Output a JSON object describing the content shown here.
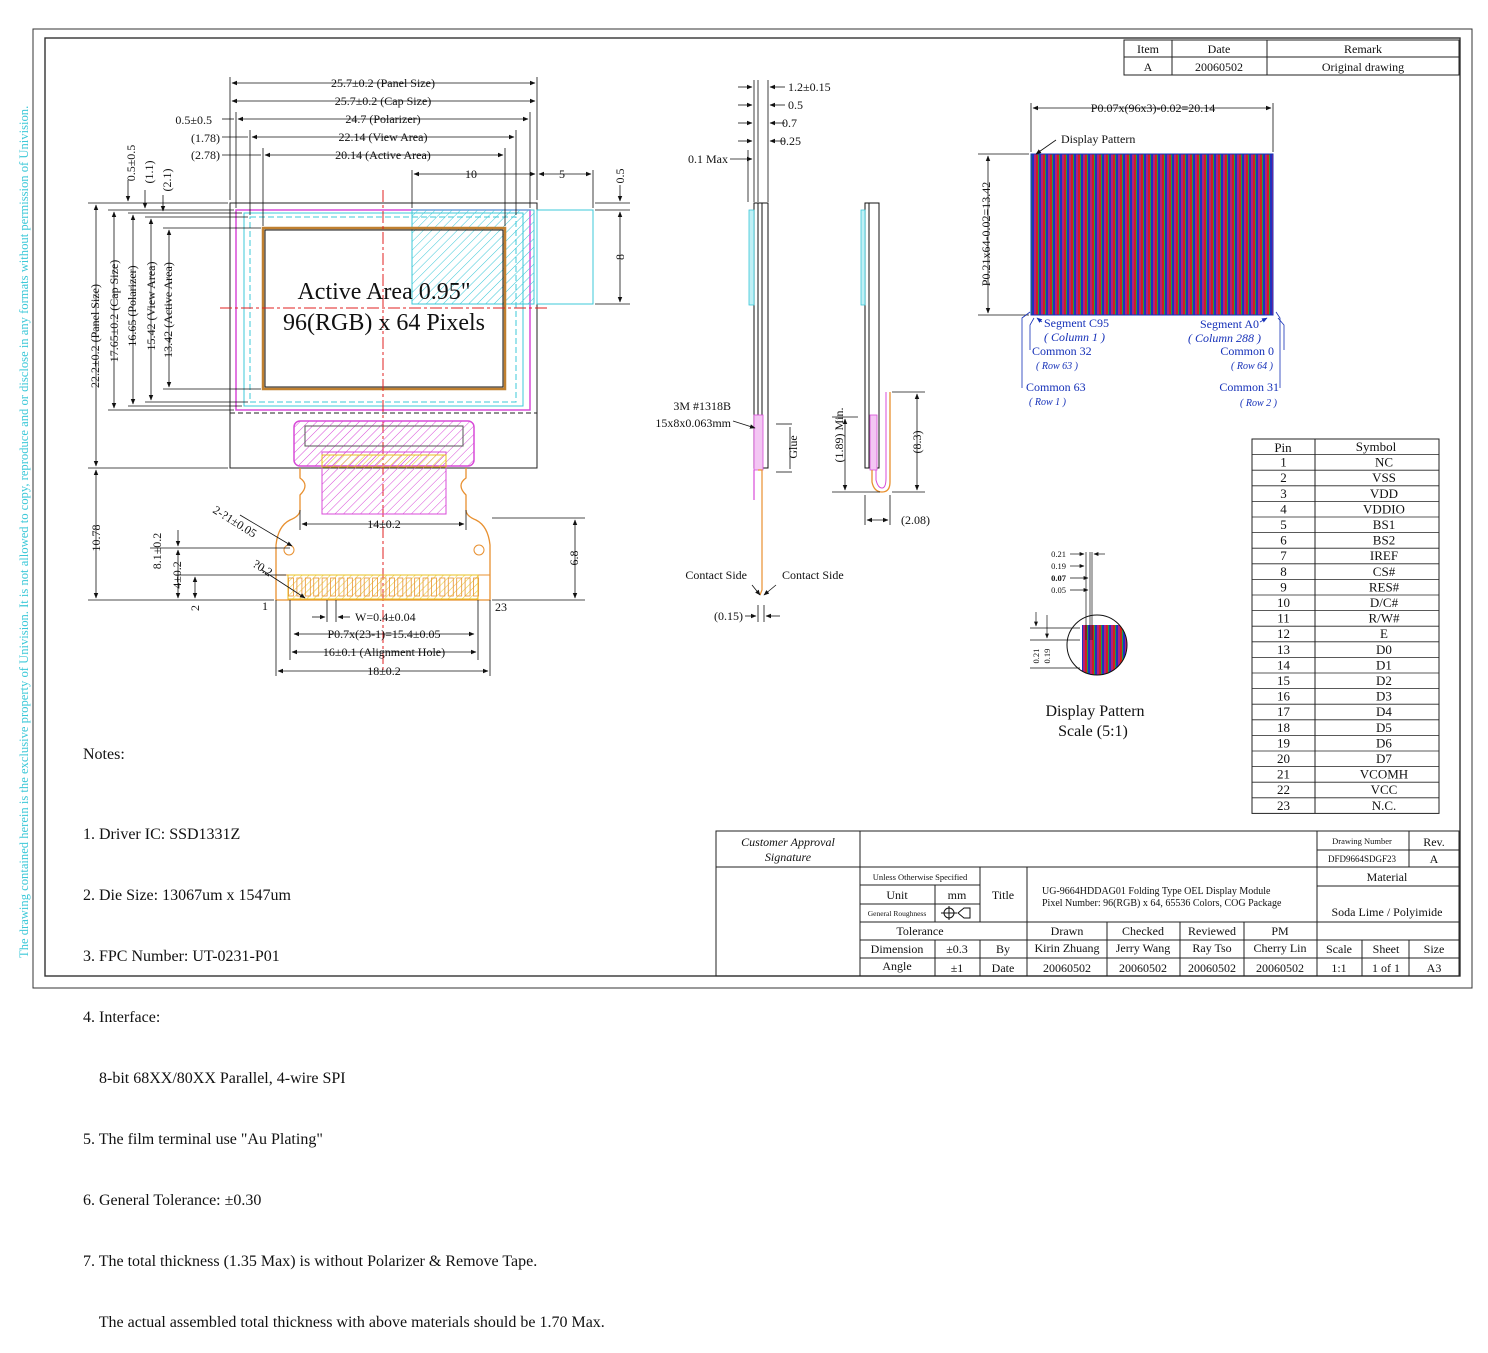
{
  "watermark": "The drawing contained herein is the exclusive property of Univision.  It is not allowed to copy, reproduce and or disclose in any formats without permission of Univision.",
  "revision_table": {
    "headers": [
      "Item",
      "Date",
      "Remark"
    ],
    "rows": [
      [
        "A",
        "20060502",
        "Original drawing"
      ]
    ]
  },
  "front_view": {
    "dims_top": [
      "25.7±0.2 (Panel Size)",
      "25.7±0.2 (Cap Size)",
      "24.7 (Polarizer)",
      "22.14 (View Area)",
      "20.14 (Active Area)"
    ],
    "dims_left_top": [
      "0.5±0.5",
      "(1.78)",
      "(2.78)"
    ],
    "dim_10": "10",
    "dim_5": "5",
    "dim_05_right": "0.5",
    "dim_8": "8",
    "vert_top": [
      "0.5±0.5",
      "(1.1)",
      "(2.1)"
    ],
    "vert_left": [
      "22.2±0.2 (Panel Size)",
      "17.65±0.2 (Cap Size)",
      "16.65 (Polarizer)",
      "15.42 (View Area)",
      "13.42 (Active Area)"
    ],
    "active_line1": "Active Area 0.95\"",
    "active_line2": "96(RGB) x 64 Pixels",
    "dim_1078": "10.78",
    "dim_14": "14±0.2",
    "dim_radius": "2-?1±0.05",
    "dim_r02": "?0.2",
    "dim_81": "8.1±0.2",
    "dim_4": "4±0.2",
    "dim_2": "2",
    "dim_68": "6.8",
    "pin_first": "1",
    "pin_last": "23",
    "dim_w": "W=0.4±0.04",
    "dim_pitch": "P0.7x(23-1)=15.4±0.05",
    "dim_16": "16±0.1 (Alignment Hole)",
    "dim_18": "18±0.2"
  },
  "side_view": {
    "dims": [
      "1.2±0.15",
      "0.5",
      "0.7",
      "0.25"
    ],
    "max": "0.1 Max",
    "tape1": "3M #1318B",
    "tape2": "15x8x0.063mm",
    "glue": "Glue",
    "contact_left": "Contact Side",
    "contact_right": "Contact Side",
    "dim_015": "(0.15)",
    "min": "(1.89) Min.",
    "dim_83": "(8.3)",
    "dim_208": "(2.08)"
  },
  "pixel_map": {
    "pitch_h": "P0.07x(96x3)-0.02=20.14",
    "pitch_v": "P0.21x64-0.02=13.42",
    "display_pattern": "Display Pattern",
    "seg_c95": "Segment C95",
    "col1": "( Column 1 )",
    "seg_a0": "Segment A0",
    "col288": "( Column 288 )",
    "common32": "Common 32",
    "row63": "( Row 63 )",
    "common0": "Common 0",
    "row64": "( Row 64 )",
    "common63": "Common 63",
    "row1": "( Row 1 )",
    "common31": "Common 31",
    "row2": "( Row 2 )"
  },
  "detail": {
    "dims": [
      "0.21",
      "0.19",
      "0.07",
      "0.05"
    ],
    "vdims": [
      "0.21",
      "0.19"
    ],
    "title1": "Display Pattern",
    "title2": "Scale (5:1)"
  },
  "pin_table": {
    "headers": [
      "Pin",
      "Symbol"
    ],
    "rows": [
      [
        "1",
        "NC"
      ],
      [
        "2",
        "VSS"
      ],
      [
        "3",
        "VDD"
      ],
      [
        "4",
        "VDDIO"
      ],
      [
        "5",
        "BS1"
      ],
      [
        "6",
        "BS2"
      ],
      [
        "7",
        "IREF"
      ],
      [
        "8",
        "CS#"
      ],
      [
        "9",
        "RES#"
      ],
      [
        "10",
        "D/C#"
      ],
      [
        "11",
        "R/W#"
      ],
      [
        "12",
        "E"
      ],
      [
        "13",
        "D0"
      ],
      [
        "14",
        "D1"
      ],
      [
        "15",
        "D2"
      ],
      [
        "16",
        "D3"
      ],
      [
        "17",
        "D4"
      ],
      [
        "18",
        "D5"
      ],
      [
        "19",
        "D6"
      ],
      [
        "20",
        "D7"
      ],
      [
        "21",
        "VCOMH"
      ],
      [
        "22",
        "VCC"
      ],
      [
        "23",
        "N.C."
      ]
    ]
  },
  "notes": {
    "title": "Notes:",
    "items": [
      "1. Driver IC: SSD1331Z",
      "2. Die Size: 13067um x 1547um",
      "3. FPC Number: UT-0231-P01",
      "4. Interface:",
      "    8-bit 68XX/80XX Parallel, 4-wire SPI",
      "5. The film terminal use \"Au Plating\"",
      "6. General Tolerance: ±0.30",
      "7. The total thickness (1.35 Max) is without Polarizer & Remove Tape.",
      "    The actual assembled total thickness with above materials should be 1.70 Max."
    ]
  },
  "title_block": {
    "customer1": "Customer Approval",
    "customer2": "Signature",
    "drawing_number_label": "Drawing Number",
    "rev_label": "Rev.",
    "drawing_number": "DFD9664SDGF23",
    "rev": "A",
    "unless": "Unless Otherwise Specified",
    "unit_label": "Unit",
    "unit": "mm",
    "roughness": "General Roughness",
    "title_label": "Title",
    "title1": "UG-9664HDDAG01 Folding Type OEL Display Module",
    "title2": "Pixel Number: 96(RGB) x 64, 65536 Colors, COG Package",
    "material_label": "Material",
    "material": "Soda Lime / Polyimide",
    "tolerance_label": "Tolerance",
    "drawn": "Drawn",
    "checked": "Checked",
    "reviewed": "Reviewed",
    "pm": "PM",
    "dimension_label": "Dimension",
    "dimension_tol": "±0.3",
    "by": "By",
    "drawn_name": "Kirin Zhuang",
    "checked_name": "Jerry Wang",
    "reviewed_name": "Ray Tso",
    "pm_name": "Cherry Lin",
    "scale_label": "Scale",
    "sheet_label": "Sheet",
    "size_label": "Size",
    "angle_label": "Angle",
    "angle_tol": "±1",
    "date_label": "Date",
    "d1": "20060502",
    "d2": "20060502",
    "d3": "20060502",
    "d4": "20060502",
    "scale": "1:1",
    "sheet": "1 of 1",
    "size": "A3"
  },
  "colors": {
    "pink": "#d84bd8",
    "cyan": "#3cc8d8",
    "red": "#e02020",
    "orange": "#e89030",
    "blue": "#1530b8"
  }
}
